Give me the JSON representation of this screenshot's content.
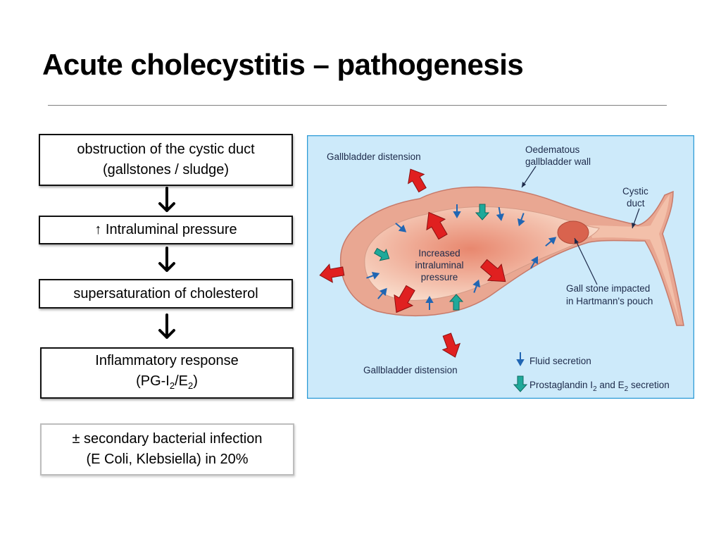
{
  "slide": {
    "title": "Acute cholecystitis – pathogenesis"
  },
  "flow": {
    "steps": [
      {
        "line1": "obstruction of the cystic duct",
        "line2": "(gallstones / sludge)"
      },
      {
        "line1": "↑ Intraluminal pressure"
      },
      {
        "line1": "supersaturation of cholesterol"
      },
      {
        "line1": "Inflammatory response",
        "line2_prefix": "(PG-I",
        "line2_sub1": "2",
        "line2_mid": "/E",
        "line2_sub2": "2",
        "line2_suffix": ")"
      }
    ],
    "note": {
      "line1": "± secondary bacterial infection",
      "line2": "(E Coli, Klebsiella) in 20%"
    }
  },
  "figure": {
    "labels": {
      "distension_top": "Gallbladder distension",
      "distension_bottom": "Gallbladder distension",
      "wall_line1": "Oedematous",
      "wall_line2": "gallbladder wall",
      "cystic_line1": "Cystic",
      "cystic_line2": "duct",
      "pressure_line1": "Increased",
      "pressure_line2": "intraluminal",
      "pressure_line3": "pressure",
      "stone_line1": "Gall stone impacted",
      "stone_line2": "in Hartmann's pouch"
    },
    "legend": {
      "fluid": "Fluid secretion",
      "pg_prefix": "Prostaglandin I",
      "pg_sub1": "2",
      "pg_mid": " and E",
      "pg_sub2": "2",
      "pg_suffix": " secretion"
    },
    "colors": {
      "background": "#cdeafa",
      "border": "#2b9ad6",
      "wall": "#e9a792",
      "lumen": "#f6c9b4",
      "stone": "#d9634e",
      "distension_arrow": "#e02020",
      "fluid_arrow": "#2166b3",
      "pg_arrow": "#1fa99a"
    }
  }
}
